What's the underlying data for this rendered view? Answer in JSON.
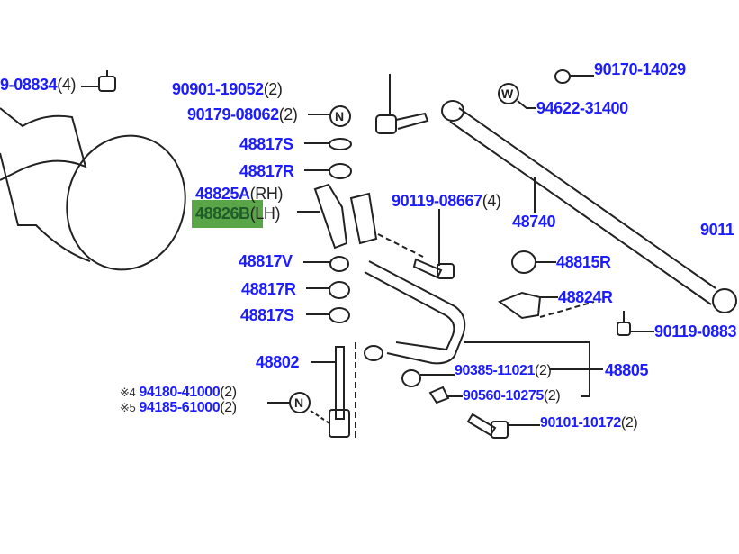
{
  "diagram": {
    "highlight_color": "#5aa548",
    "label_color": "#1c1cff",
    "labels": [
      {
        "part": "9-08834",
        "qty": "(4)"
      },
      {
        "part": "90901-19052",
        "qty": "(2)"
      },
      {
        "part": "90179-08062",
        "qty": "(2)"
      },
      {
        "part": "48817S",
        "qty": ""
      },
      {
        "part": "48817R",
        "qty": ""
      },
      {
        "part": "48825A",
        "qty": "(RH)"
      },
      {
        "part": "48826B",
        "qty": "(LH)"
      },
      {
        "part": "90119-08667",
        "qty": "(4)"
      },
      {
        "part": "48740",
        "qty": ""
      },
      {
        "part": "94622-31400",
        "qty": ""
      },
      {
        "part": "90170-14029",
        "qty": ""
      },
      {
        "part": "9011",
        "qty": ""
      },
      {
        "part": "48817V",
        "qty": ""
      },
      {
        "part": "48817R",
        "qty": ""
      },
      {
        "part": "48817S",
        "qty": ""
      },
      {
        "part": "48815R",
        "qty": ""
      },
      {
        "part": "48824R",
        "qty": ""
      },
      {
        "part": "90119-0883",
        "qty": ""
      },
      {
        "part": "48802",
        "qty": ""
      },
      {
        "part": "48805",
        "qty": ""
      },
      {
        "part": "90385-11021",
        "qty": "(2)"
      },
      {
        "part": "90560-10275",
        "qty": "(2)"
      },
      {
        "part": "90101-10172",
        "qty": "(2)"
      },
      {
        "mark": "※4",
        "part": "94180-41000",
        "qty": "(2)"
      },
      {
        "mark": "※5",
        "part": "94185-61000",
        "qty": "(2)"
      }
    ],
    "symbols": {
      "n": "N",
      "w": "W"
    }
  }
}
